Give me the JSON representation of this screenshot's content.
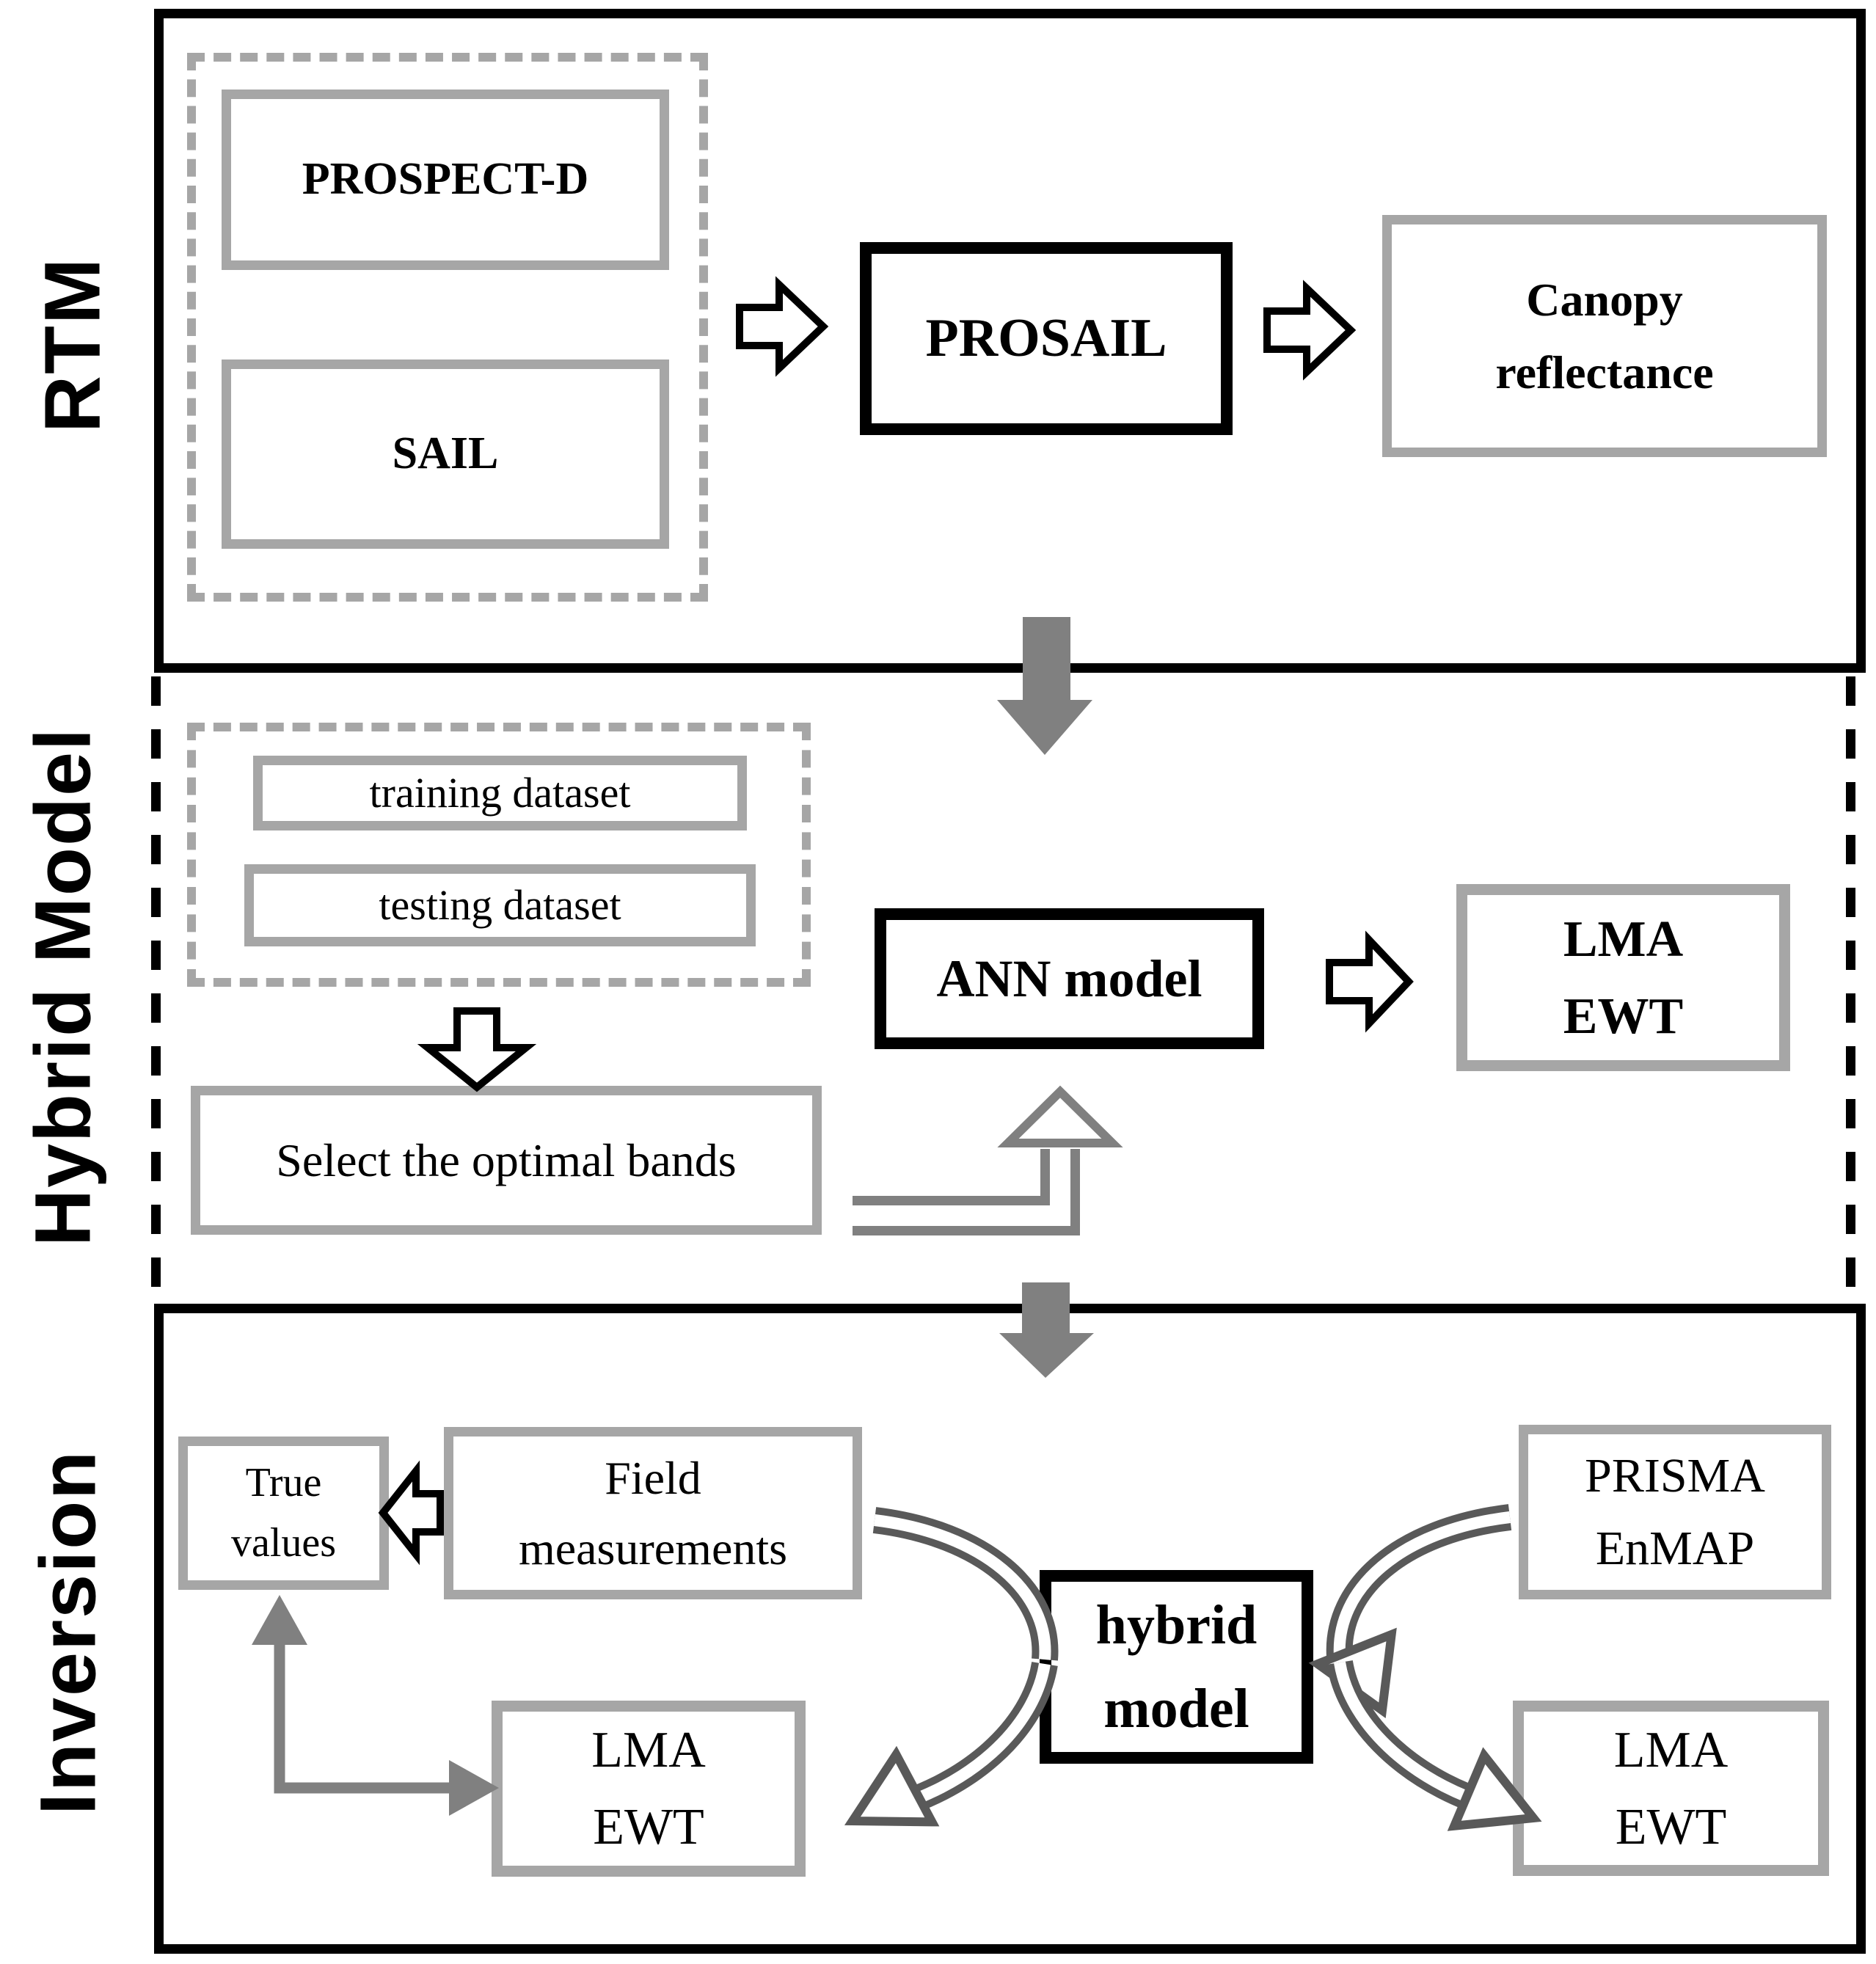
{
  "figure": {
    "type": "flowchart",
    "sections": {
      "rtm_label": "RTM",
      "hybrid_label": "Hybrid Model",
      "inversion_label": "Inversion"
    },
    "rtm": {
      "prospect": "PROSPECT-D",
      "sail": "SAIL",
      "prosail": "PROSAIL",
      "canopy_line1": "Canopy",
      "canopy_line2": "reflectance"
    },
    "hybrid": {
      "training": "training dataset",
      "testing": "testing dataset",
      "select": "Select the optimal bands",
      "ann": "ANN model",
      "lma": "LMA",
      "ewt": "EWT"
    },
    "inversion": {
      "true_line1": "True",
      "true_line2": "values",
      "field_line1": "Field",
      "field_line2": "measurements",
      "model_line1": "hybrid",
      "model_line2": "model",
      "prisma_line1": "PRISMA",
      "prisma_line2": "EnMAP",
      "lma_left_line1": "LMA",
      "lma_left_line2": "EWT",
      "lma_right_line1": "LMA",
      "lma_right_line2": "EWT"
    },
    "icons": {
      "block_arrow_right": "open block arrow pointing right",
      "block_arrow_left": "open block arrow pointing left",
      "block_arrow_down_open": "open block arrow pointing down",
      "block_arrow_down_solid": "solid gray block arrow pointing down",
      "elbow_arrow_up": "gray elbow arrow bending up into ANN model",
      "elbow_arrow_feedback": "gray elbow arrow from LMA EWT to True values",
      "curved_swoosh": "curved swoosh arrows around hybrid model"
    },
    "colors": {
      "frame_black": "#000000",
      "box_border_gray": "#a6a6a6",
      "block_arrow_gray": "#808080",
      "curved_arrow_gray": "#595959",
      "background": "#ffffff"
    }
  }
}
